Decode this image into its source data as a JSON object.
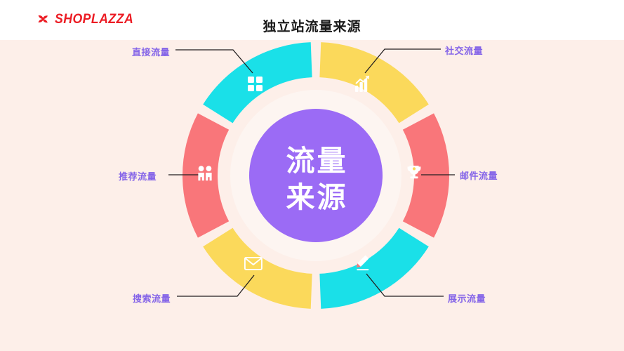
{
  "brand": {
    "logo_text": "SHOPLAZZA",
    "logo_icon": "pinwheel-icon",
    "logo_color": "#ec1c24"
  },
  "header": {
    "title": "独立站流量来源"
  },
  "hub": {
    "line1": "流量",
    "line2": "来源",
    "color": "#9b6bf5"
  },
  "palette": {
    "background": "#fdefe9",
    "coral": "#f9767a",
    "cyan": "#1ae0e8",
    "yellow": "#fbd95b",
    "purple": "#9b6bf5",
    "ring_gap": "#fdf5f1",
    "label_text": "#8464e8",
    "leader_line": "#231f20"
  },
  "chart_data": {
    "type": "pie",
    "title": "独立站流量来源",
    "center_label": "流量来源",
    "legend_position": "callouts",
    "categories": [
      "直接流量",
      "社交流量",
      "邮件流量",
      "展示流量",
      "搜索流量",
      "推荐流量"
    ],
    "values": [
      1,
      1,
      1,
      1,
      1,
      1
    ],
    "segments": [
      {
        "key": "direct",
        "label": "直接流量",
        "icon": "grid-squares-icon",
        "color": "#f9767a",
        "start_angle": 240,
        "end_angle": 300,
        "side": "left"
      },
      {
        "key": "social",
        "label": "社交流量",
        "icon": "bar-chart-growth-icon",
        "color": "#1ae0e8",
        "start_angle": 300,
        "end_angle": 360,
        "side": "right"
      },
      {
        "key": "email",
        "label": "邮件流量",
        "icon": "trophy-icon",
        "color": "#fbd95b",
        "start_angle": 0,
        "end_angle": 60,
        "side": "right"
      },
      {
        "key": "display",
        "label": "展示流量",
        "icon": "pencil-icon",
        "color": "#f9767a",
        "start_angle": 60,
        "end_angle": 120,
        "side": "right"
      },
      {
        "key": "search",
        "label": "搜索流量",
        "icon": "envelope-icon",
        "color": "#1ae0e8",
        "start_angle": 120,
        "end_angle": 180,
        "side": "left"
      },
      {
        "key": "referral",
        "label": "推荐流量",
        "icon": "two-people-icon",
        "color": "#fbd95b",
        "start_angle": 180,
        "end_angle": 240,
        "side": "left"
      }
    ]
  }
}
